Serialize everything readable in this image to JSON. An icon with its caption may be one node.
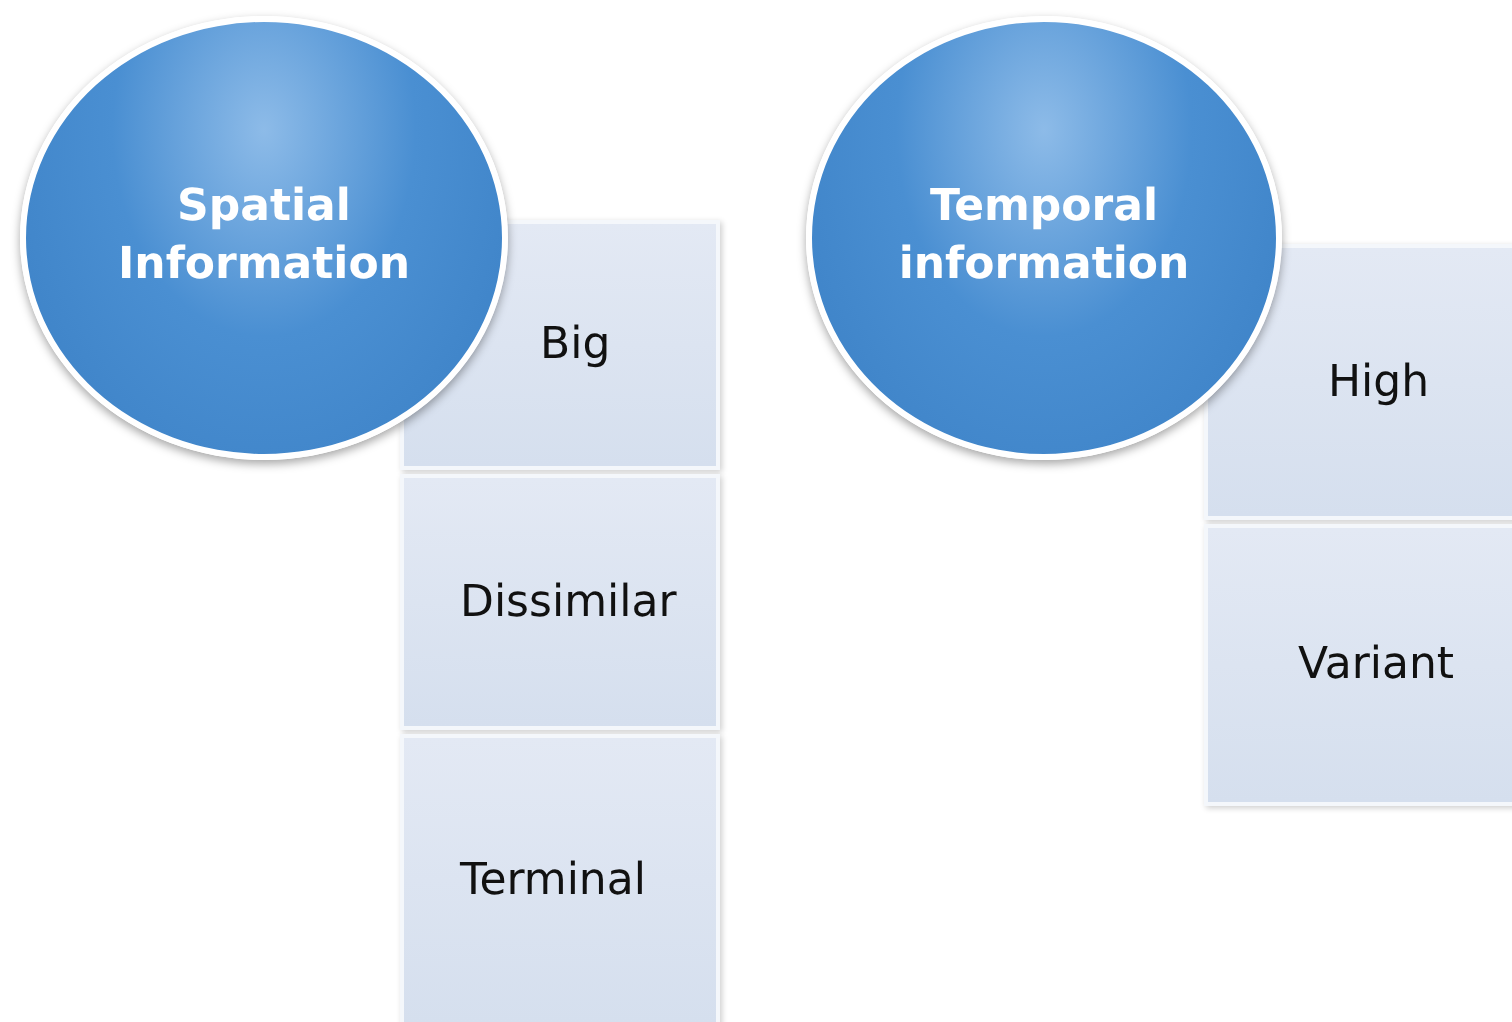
{
  "diagram": {
    "nodes": [
      {
        "text": [
          "Spatial Information"
        ]
      },
      {
        "text": [
          "Big"
        ]
      },
      {
        "text": [
          "Dissimilar"
        ]
      },
      {
        "text": [
          "Terminal"
        ]
      },
      {
        "text": [
          "Temporal information"
        ]
      },
      {
        "text": [
          "High"
        ]
      },
      {
        "text": [
          "Variant"
        ]
      }
    ]
  }
}
